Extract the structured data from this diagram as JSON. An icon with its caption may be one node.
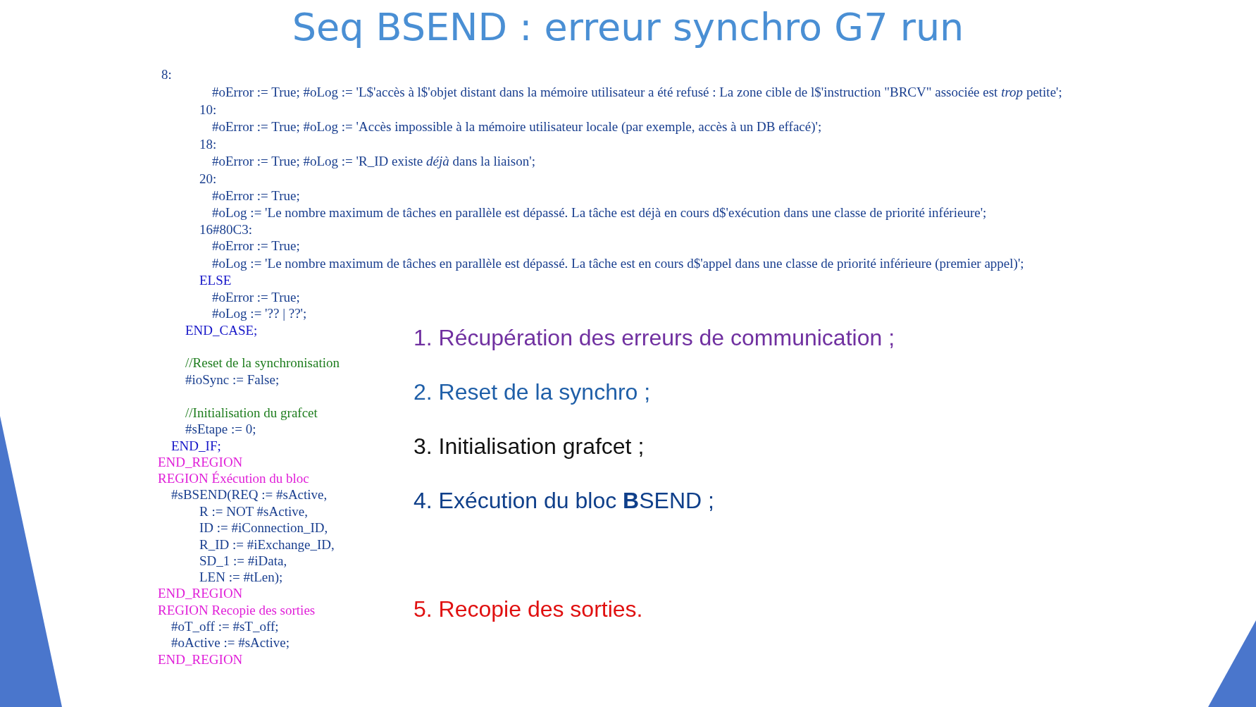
{
  "diagram": {
    "title": "Seq BSEND : erreur synchro G7 run",
    "labels": [
      "8:",
      "#oError := True; #oLog := 'L$'accès à l$'objet distant dans la mémoire utilisateur a été refusé : La zone cible de l$'instruction \"BRCV\" associée est *trop* petite';",
      "10:",
      "#oError := True; #oLog := 'Accès impossible à la mémoire utilisateur locale (par exemple, accès à un DB effacé)';",
      "18:",
      "#oError := True; #oLog := 'R_ID existe *déjà* dans la liaison';",
      "20:",
      "#oError := True;",
      "#oLog := 'Le nombre maximum de tâches en parallèle est dépassé. La tâche est déjà en cours d$'exécution dans une classe de priorité inférieure';",
      "16#80C3:",
      "#oError := True;",
      "#oLog := 'Le nombre maximum de tâches en parallèle est dépassé. La tâche est en cours d$'appel dans une classe de priorité inférieure (premier appel)';",
      "ELSE",
      "#oError := True;",
      "#oLog := '?? | ??';",
      "END_CASE;",
      "//Reset de la synchronisation",
      "#ioSync := False;",
      "//Initialisation du grafcet",
      "#sEtape := 0;",
      "END_IF;",
      "END_REGION",
      "REGION Éxécution du bloc",
      "#sBSEND(REQ := #sActive,",
      "R := NOT #sActive,",
      "ID := #iConnection_ID,",
      "R_ID := #iExchange_ID,",
      "SD_1 := #iData,",
      "LEN := #tLen);",
      "END_REGION",
      "REGION Recopie des sorties",
      "#oT_off := #sT_off;",
      "#oActive := #sActive;",
      "END_REGION",
      "1. Récupération des erreurs de communication ;",
      "2. Reset de la synchro ;",
      "3. Initialisation grafcet ;",
      "4. Exécution du bloc **B**SEND ;",
      "5. Recopie des sorties."
    ]
  }
}
